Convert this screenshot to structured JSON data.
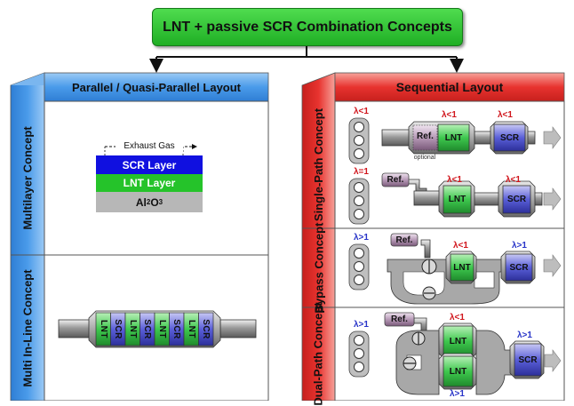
{
  "title": "LNT + passive SCR Combination Concepts",
  "left_header": "Parallel / Quasi-Parallel  Layout",
  "right_header": "Sequential Layout",
  "left_sections": [
    "Multilayer Concept",
    "Multi In-Line Concept"
  ],
  "right_sections": [
    "Single-Path Concept",
    "Bypass Concept",
    "Dual-Path Concept"
  ],
  "multilayer": {
    "exhaust_gas": "Exhaust Gas",
    "scr_layer": "SCR Layer",
    "lnt_layer": "LNT Layer",
    "substrate_main": "Al",
    "substrate_sub2": "2",
    "substrate_o": "O",
    "substrate_sub3": "3"
  },
  "inline_bricks": [
    "LNT",
    "SCR",
    "LNT",
    "SCR",
    "LNT",
    "SCR",
    "LNT",
    "SCR"
  ],
  "single_path_a": {
    "lambda_engine": "λ<1",
    "lambda_lnt": "λ<1",
    "lambda_scr": "λ<1",
    "ref": "Ref.",
    "optional": "optional",
    "lnt": "LNT",
    "scr": "SCR"
  },
  "single_path_b": {
    "lambda_engine": "λ=1",
    "lambda_lnt": "λ<1",
    "lambda_scr": "λ<1",
    "ref": "Ref.",
    "lnt": "LNT",
    "scr": "SCR"
  },
  "bypass": {
    "lambda_engine": "λ>1",
    "lambda_lnt": "λ<1",
    "lambda_scr": "λ>1",
    "ref": "Ref.",
    "lnt": "LNT",
    "scr": "SCR"
  },
  "dual_path": {
    "lambda_engine": "λ>1",
    "lambda_lnt": "λ<1",
    "lambda_scr": "λ>1",
    "lambda_bottom": "λ>1",
    "ref": "Ref.",
    "lnt_top": "LNT",
    "lnt_bottom": "LNT",
    "scr": "SCR"
  },
  "colors": {
    "title_green": "#2fbf30",
    "left_blue": "#4a9bea",
    "right_red": "#e8332f",
    "lnt_green": "#38c24a",
    "scr_blue": "#4a4fd0",
    "scr_layer_blue": "#1010e0",
    "lnt_layer_green": "#25c32a"
  }
}
